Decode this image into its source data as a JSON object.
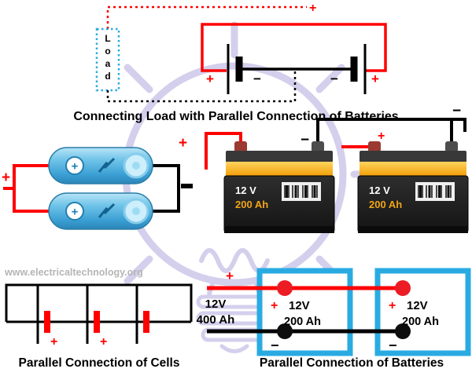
{
  "watermark": "www.electricaltechnology.org",
  "symbols": {
    "plus": "+",
    "minus": "−"
  },
  "colors": {
    "positive_wire": "#ff0000",
    "negative_wire": "#000000",
    "load_box_blue": "#29abe2",
    "battery_box_blue": "#29abe2",
    "bulb_sketch": "#c3bce4",
    "cell_cylinder_blue": "#58b7e4",
    "battery_band_yellow": "#f2a516"
  },
  "load_circuit": {
    "title": "Connecting Load with Parallel Connection of Batteries",
    "load_letters": [
      "L",
      "o",
      "a",
      "d"
    ]
  },
  "battery_photo": {
    "battery1": {
      "voltage": "12 V",
      "capacity": "200 Ah"
    },
    "battery2": {
      "voltage": "12 V",
      "capacity": "200 Ah"
    }
  },
  "cells_schematic": {
    "title": "Parallel Connection of Cells"
  },
  "batteries_schematic": {
    "title": "Parallel Connection of Batteries",
    "combined_voltage": "12V",
    "combined_capacity": "400 Ah",
    "battery1": {
      "voltage": "12V",
      "capacity": "200 Ah"
    },
    "battery2": {
      "voltage": "12V",
      "capacity": "200 Ah"
    }
  }
}
